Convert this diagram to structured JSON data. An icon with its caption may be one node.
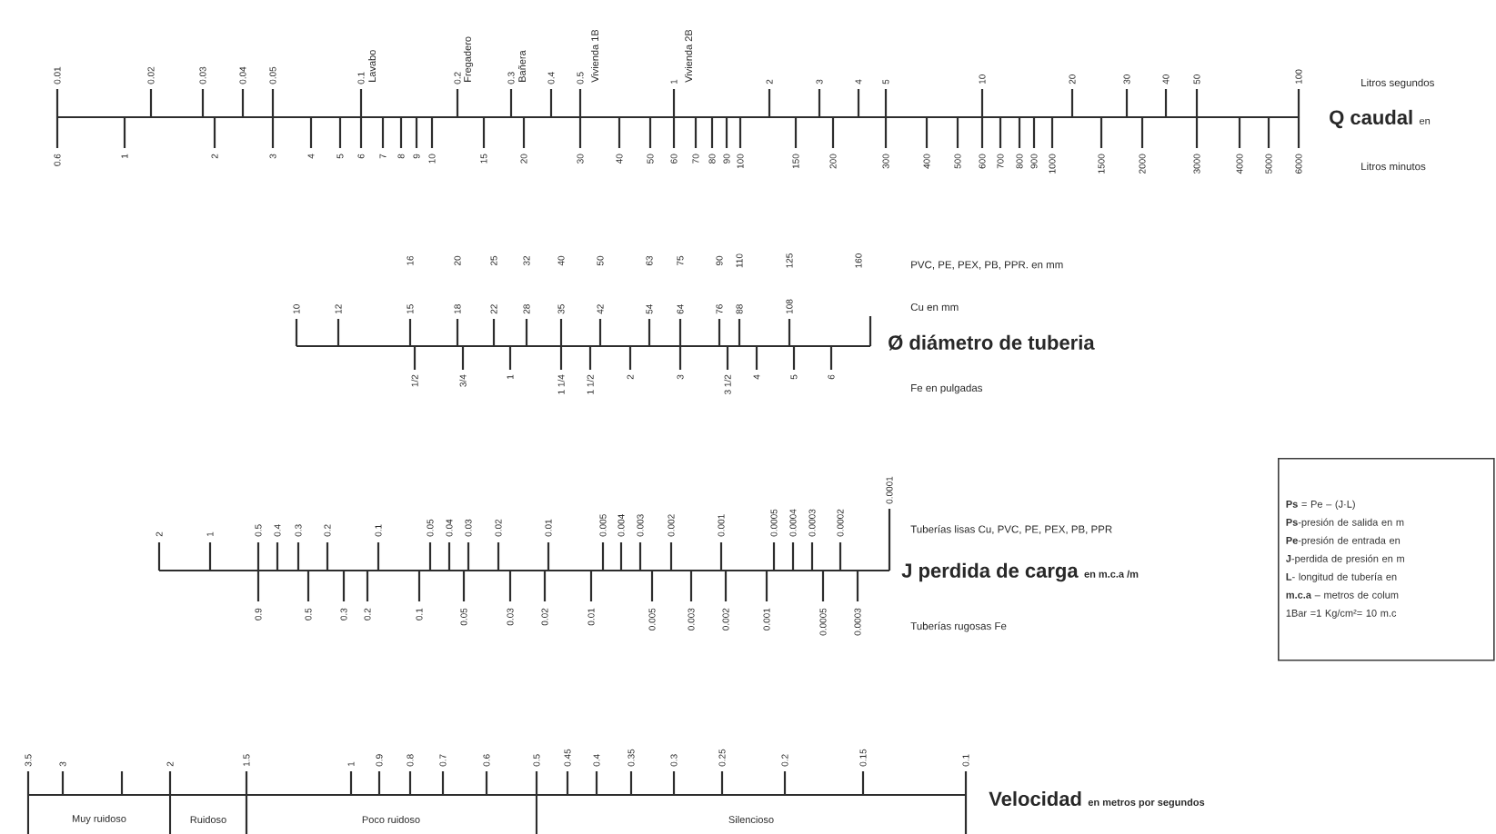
{
  "diagram": {
    "nodes": [
      {
        "text": [
          "**Ps** = Pe – (J·L)",
          "**Ps**-presión de salida en m",
          "**Pe**-presión de entrada en",
          "**J**-perdida de presión en m",
          "**L**- longitud de tubería en",
          "**m.c.a** – metros de colum",
          "1Bar =1 Kg/cm²= 10 m.c"
        ]
      }
    ],
    "labels": [
      "0.01",
      "0.02",
      "0.03",
      "0.04",
      "0.05",
      "0.1",
      "0.2",
      "0.3",
      "0.4",
      "0.5",
      "1",
      "2",
      "3",
      "4",
      "5",
      "10",
      "20",
      "30",
      "40",
      "50",
      "100",
      "Lavabo",
      "Fregadero",
      "Bañera",
      "Vivienda 1B",
      "Vivienda 2B",
      "0.6",
      "1",
      "2",
      "3",
      "4",
      "5",
      "6",
      "7",
      "8",
      "9",
      "10",
      "15",
      "20",
      "30",
      "40",
      "50",
      "60",
      "70",
      "80",
      "90",
      "100",
      "150",
      "200",
      "300",
      "400",
      "500",
      "600",
      "700",
      "800",
      "900",
      "1000",
      "1500",
      "2000",
      "3000",
      "4000",
      "5000",
      "6000",
      "Litros segundos",
      "Q caudal",
      "en",
      "Litros minutos",
      "16",
      "20",
      "25",
      "32",
      "40",
      "50",
      "63",
      "75",
      "90",
      "110",
      "125",
      "160",
      "10",
      "12",
      "15",
      "18",
      "22",
      "28",
      "35",
      "42",
      "54",
      "64",
      "76",
      "88",
      "108",
      "1/2",
      "3/4",
      "1",
      "1 1/4",
      "1 1/2",
      "2",
      "3",
      "3 1/2",
      "4",
      "5",
      "6",
      "PVC, PE, PEX, PB, PPR. en mm",
      "Cu en mm",
      "Ø diámetro de tuberia",
      "Fe en pulgadas",
      "2",
      "1",
      "0.5",
      "0.4",
      "0.3",
      "0.2",
      "0.1",
      "0.05",
      "0.04",
      "0.03",
      "0.02",
      "0.01",
      "0.005",
      "0.004",
      "0.003",
      "0.002",
      "0.001",
      "0.0005",
      "0.0004",
      "0.0003",
      "0.0002",
      "0.0001",
      "0.9",
      "0.5",
      "0.3",
      "0.2",
      "0.1",
      "0.05",
      "0.03",
      "0.02",
      "0.01",
      "0.005",
      "0.003",
      "0.002",
      "0.001",
      "0.0005",
      "0.0003",
      "Tuberías lisas Cu, PVC, PE, PEX, PB, PPR",
      "J perdida de carga",
      "en m.c.a /m",
      "Tuberías rugosas Fe",
      "3.5",
      "3",
      "2",
      "1.5",
      "1",
      "0.9",
      "0.8",
      "0.7",
      "0.6",
      "0.5",
      "0.45",
      "0.4",
      "0.35",
      "0.3",
      "0.25",
      "0.2",
      "0.15",
      "0.1",
      "Muy ruidoso",
      "Ruidoso",
      "Poco ruidoso",
      "Silencioso",
      "Velocidad",
      "en metros por segundos"
    ]
  }
}
